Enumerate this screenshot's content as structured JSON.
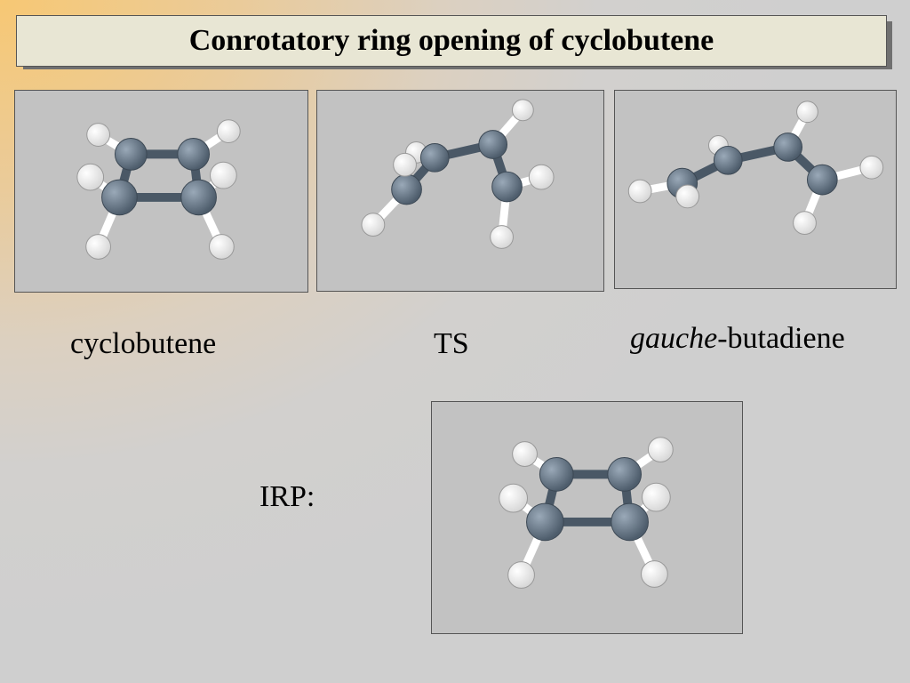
{
  "title": "Conrotatory ring opening of cyclobutene",
  "labels": {
    "cyclobutene": "cyclobutene",
    "ts": "TS",
    "gauche_italic": "gauche",
    "gauche_rest": "-butadiene",
    "irp": "IRP:"
  },
  "colors": {
    "carbon": "#6b7c8c",
    "hydrogen": "#ffffff",
    "panel": "#c2c2c2",
    "title_bg": "#e8e6d4"
  }
}
